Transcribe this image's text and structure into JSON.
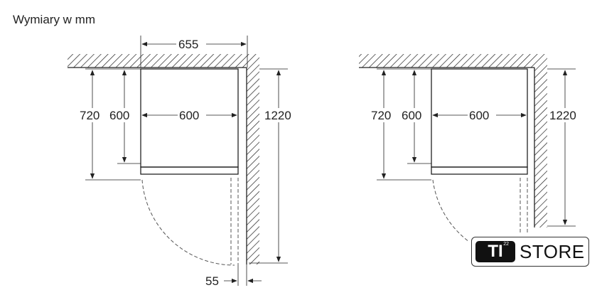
{
  "title": "Wymiary w mm",
  "left": {
    "width_niche": "655",
    "height_720": "720",
    "height_600": "600",
    "width_600": "600",
    "height_1220": "1220",
    "gap_55": "55"
  },
  "right": {
    "height_720": "720",
    "height_600": "600",
    "width_600": "600",
    "height_1220": "1220"
  },
  "logo": {
    "brand": "TI",
    "superscript": "22",
    "store": "STORE"
  }
}
